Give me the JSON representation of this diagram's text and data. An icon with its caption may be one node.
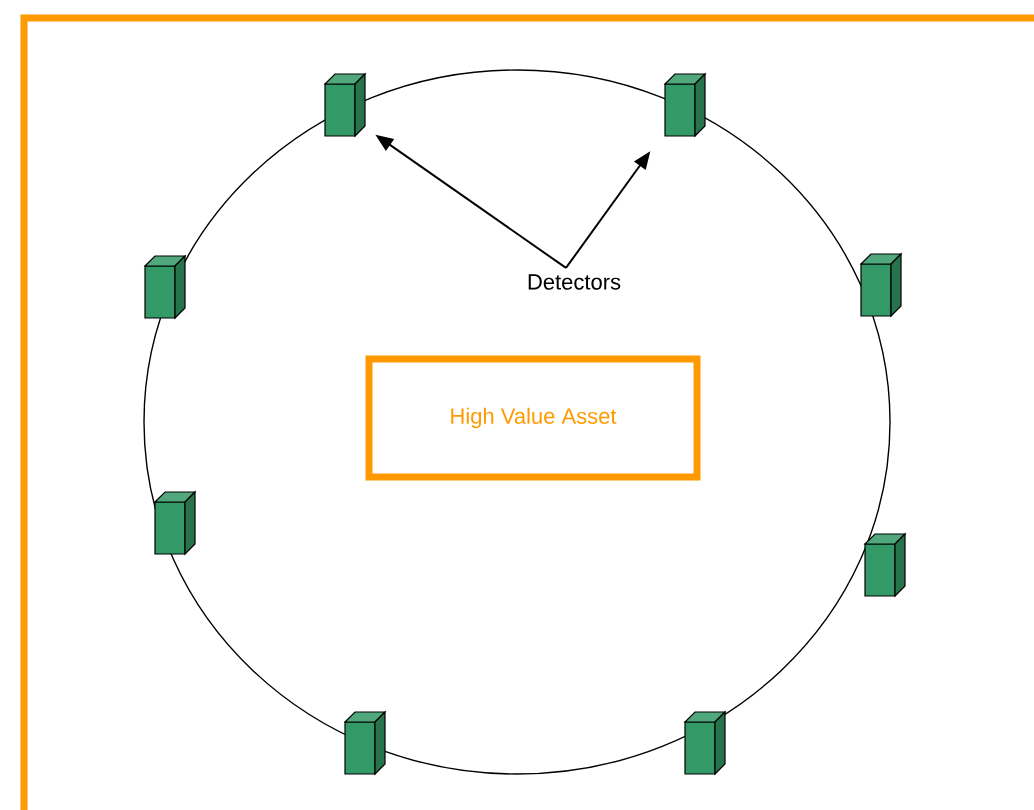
{
  "diagram": {
    "nodes": [
      {
        "text": [],
        "shape": "box"
      },
      {
        "text": [],
        "shape": "box"
      },
      {
        "text": [
          "Detectors"
        ]
      },
      {
        "text": [],
        "shape": "box"
      },
      {
        "text": [],
        "shape": "box"
      },
      {
        "text": [
          "High Value Asset"
        ]
      },
      {
        "text": [],
        "shape": "box"
      },
      {
        "text": [],
        "shape": "box"
      },
      {
        "text": [],
        "shape": "box"
      },
      {
        "text": [],
        "shape": "box"
      }
    ],
    "edges": [
      {
        "from": 2,
        "to": 0,
        "arrow": "to"
      },
      {
        "from": 2,
        "to": 1,
        "arrow": "to"
      }
    ]
  }
}
